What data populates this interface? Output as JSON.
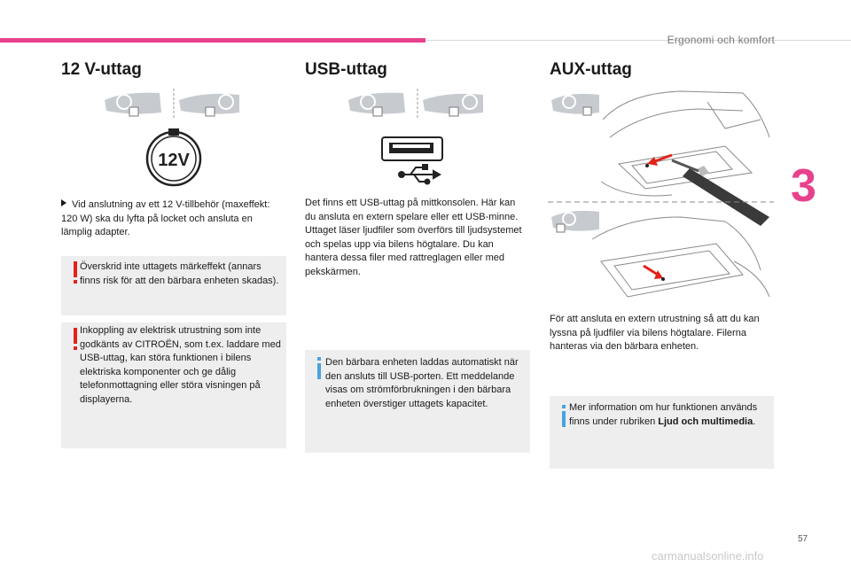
{
  "header": {
    "section": "Ergonomi och komfort",
    "chapter": "3",
    "page": "57"
  },
  "columns": {
    "v12": {
      "title": "12 V-uttag",
      "socket_label": "12V",
      "bullet": "Vid anslutning av ett 12 V-tillbehör (maxeffekt: 120 W) ska du lyfta på locket och ansluta en lämplig adapter.",
      "warning1": "Överskrid inte uttagets märkeffekt (annars finns risk för att den bärbara enheten skadas).",
      "warning2": "Inkoppling av elektrisk utrustning som inte godkänts av CITROËN, som t.ex. laddare med USB-uttag, kan störa funktionen i bilens elektriska komponenter och ge dålig telefonmottagning eller störa visningen på displayerna."
    },
    "usb": {
      "title": "USB-uttag",
      "text": "Det finns ett USB-uttag på mittkonsolen. Här kan du ansluta en extern spelare eller ett USB-minne. Uttaget läser ljudfiler som överförs till ljudsystemet och spelas upp via bilens högtalare. Du kan hantera dessa filer med rattreglagen eller med pekskärmen.",
      "info": "Den bärbara enheten laddas automatiskt när den ansluts till USB-porten. Ett meddelande visas om strömförbrukningen i den bärbara enheten överstiger uttagets kapacitet."
    },
    "aux": {
      "title": "AUX-uttag",
      "text": "För att ansluta en extern utrustning så att du kan lyssna på ljudfiler via bilens högtalare. Filerna hanteras via den bärbara enheten.",
      "info_prefix": "Mer information om hur funktionen används finns under rubriken ",
      "info_bold": "Ljud och multimedia",
      "info_suffix": "."
    }
  },
  "watermark": "carmanualsonline.info"
}
